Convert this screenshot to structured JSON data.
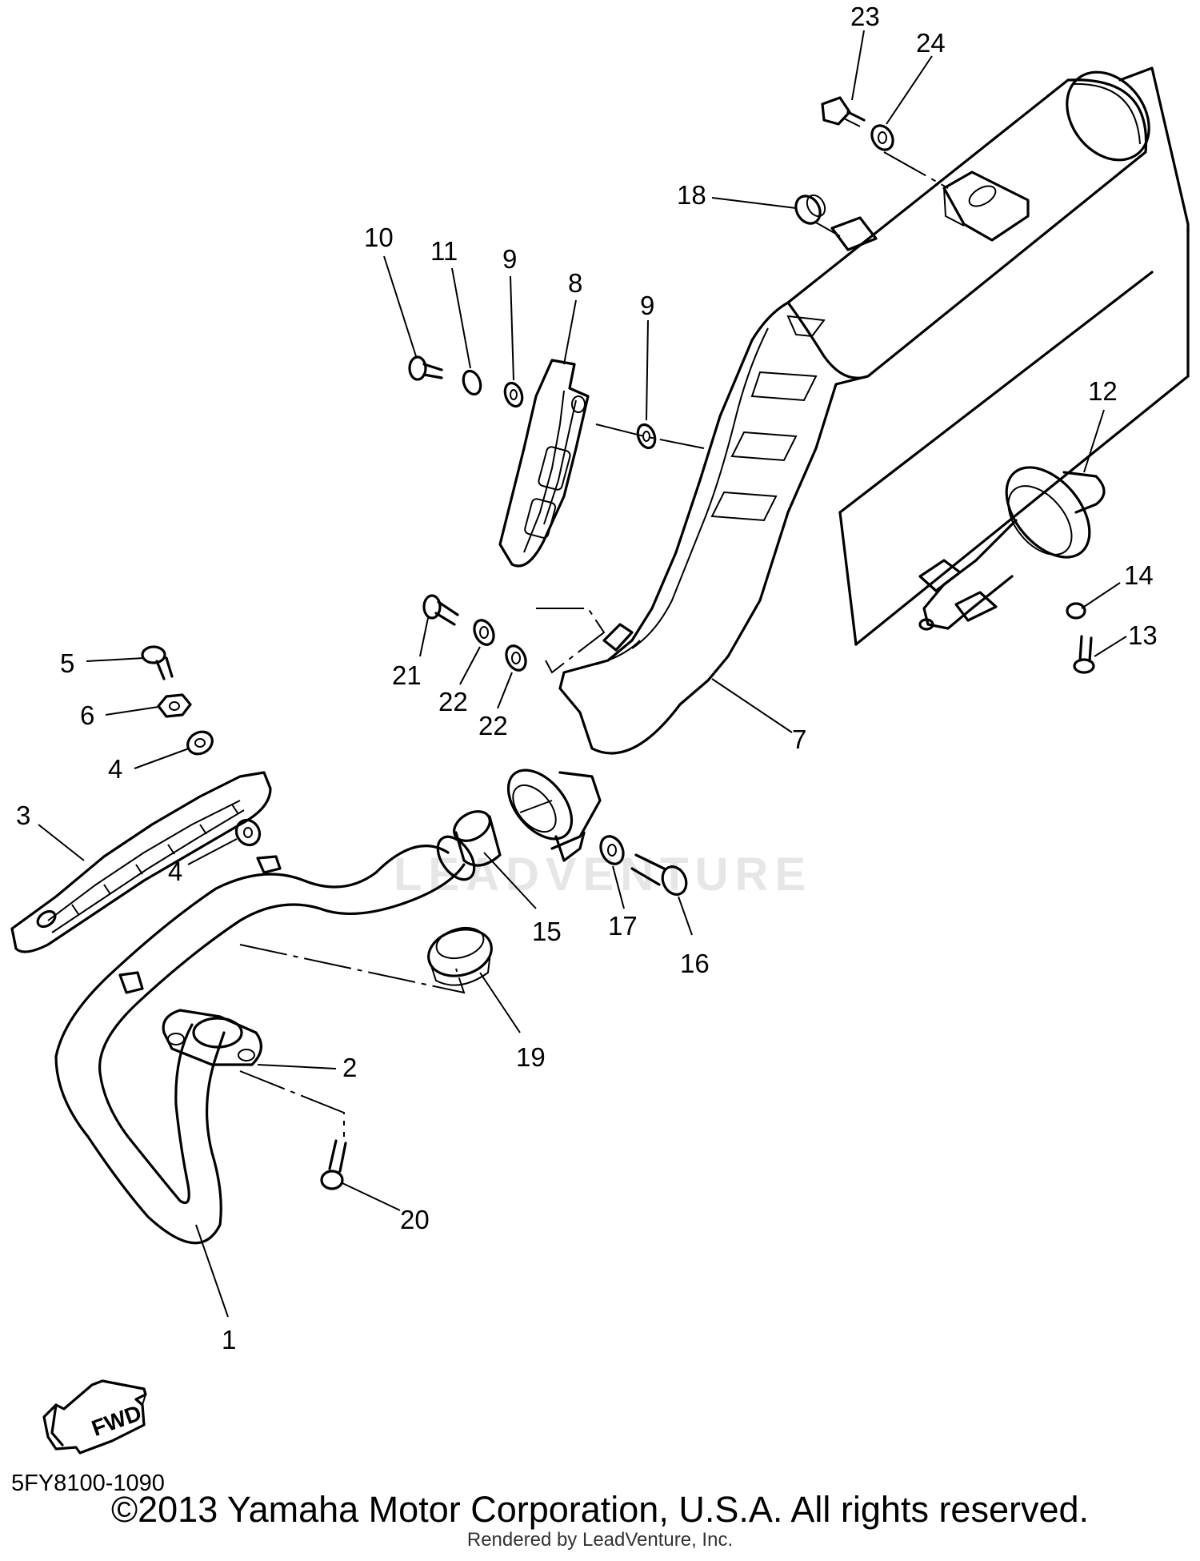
{
  "watermark": "LEADVENTURE",
  "diagram_code": "5FY8100-1090",
  "copyright": "©2013 Yamaha Motor Corporation, U.S.A. All rights reserved.",
  "rendered_by": "Rendered by LeadVenture, Inc.",
  "fwd_label": "FWD",
  "callouts": {
    "c1": "1",
    "c2": "2",
    "c3": "3",
    "c4a": "4",
    "c4b": "4",
    "c5": "5",
    "c6": "6",
    "c7": "7",
    "c8": "8",
    "c9a": "9",
    "c9b": "9",
    "c10": "10",
    "c11": "11",
    "c12": "12",
    "c13": "13",
    "c14": "14",
    "c15": "15",
    "c16": "16",
    "c17": "17",
    "c18": "18",
    "c19": "19",
    "c20": "20",
    "c21": "21",
    "c22a": "22",
    "c22b": "22",
    "c23": "23",
    "c24": "24"
  }
}
